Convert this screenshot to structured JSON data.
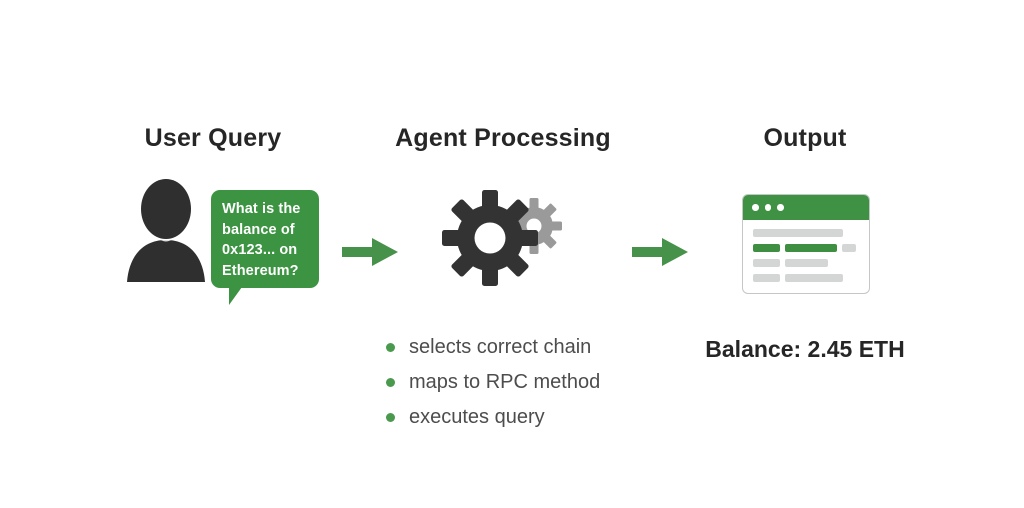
{
  "columns": {
    "user": {
      "heading": "User Query"
    },
    "agent": {
      "heading": "Agent Processing"
    },
    "output": {
      "heading": "Output"
    }
  },
  "user_query": {
    "avatar_icon": "user-avatar-icon",
    "bubble_lines": [
      "What is the",
      "balance of",
      "0x123... on",
      "Ethereum?"
    ],
    "bubble_text": "What is the balance of 0x123... on Ethereum?"
  },
  "agent": {
    "gears_icon": "gears-icon",
    "steps": [
      {
        "label": "selects correct chain"
      },
      {
        "label": "maps to RPC method"
      },
      {
        "label": "executes query"
      }
    ]
  },
  "output": {
    "window_icon": "browser-window-icon",
    "window_dots": 3,
    "result": "Balance: 2.45 ETH"
  },
  "arrows": [
    {
      "name": "arrow-user-to-agent"
    },
    {
      "name": "arrow-agent-to-output"
    }
  ],
  "colors": {
    "green": "#3c9442",
    "green_bar": "#3f8f43",
    "bullet_green": "#4a9a4e",
    "dark_gear": "#333333",
    "light_gear": "#9a9a9a",
    "text_dark": "#262626",
    "text_body": "#4d4d4d",
    "gray_bar": "#d4d6d5",
    "background": "#ffffff"
  }
}
